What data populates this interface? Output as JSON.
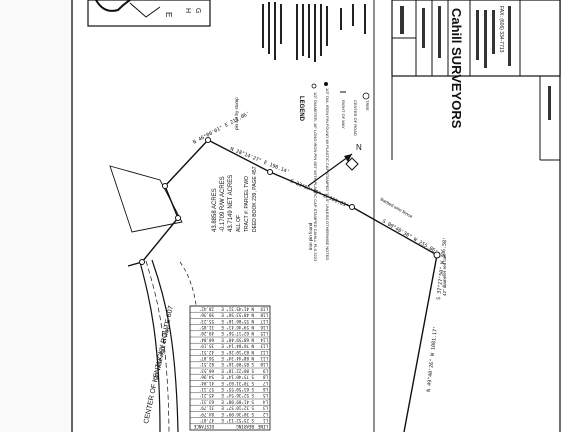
{
  "legend": {
    "title": "LEGEND",
    "items": [
      "1/2\" DIAMETER, 18\" LONG IRON PIN SET WITH PLASTIC CAP STAMPED CAHILL PLS 3223",
      "1/2\" DIA. IRON PIN FOUND W/ PLASTIC CAP STAMPED \"PLS\" UNLESS OTHERWISE NOTED",
      "RIGHT OF WAY",
      "CENTER OF ROAD",
      "TREE"
    ]
  },
  "surveyor": {
    "company": "Cahill SURVEYORS",
    "phone": "FAX: (606) 334-7713"
  },
  "tract": {
    "acres": "43.8858 ACRES",
    "row_acres": "-0.1709 R/W ACRES",
    "net": "43.7149 NET ACRES",
    "all_of": "ALL OF",
    "tract": "TRACT #: PARCEL TWO",
    "deed": "DEED BOOK 239, PAGE 457"
  },
  "road": {
    "center_label": "CENTER OF KENTUCKY ROUTE 607",
    "row_label": "30' wide right of way"
  },
  "bearings": [
    "N 46°00'01\" E 211.06'",
    "N 28°14'27\" E 190.14'",
    "S 23°07'40\" E 366.63'",
    "S 00°40'30\" W 255.06'",
    "N 49°40'26\" W 1081.17'",
    "S 37°27'50\" W 386.58'"
  ],
  "callouts": {
    "bottom_right": "42\" diameter red oak",
    "iron_pin": "iron pin found",
    "post": "pin set by stump",
    "fence": "Barbed wire fence"
  },
  "line_table": {
    "headers": [
      "LINE",
      "BEARING",
      "DISTANCE"
    ],
    "rows": [
      [
        "L1",
        "S 25°52'13\" E",
        "47.07'"
      ],
      [
        "L2",
        "S 30°36'09\" E",
        "84.79'"
      ],
      [
        "L3",
        "S 32°10'57\" E",
        "31.79'"
      ],
      [
        "L4",
        "S 41°09'08\" E",
        "63.31'"
      ],
      [
        "L5",
        "S 52°36'54\" E",
        "45.21'"
      ],
      [
        "L6",
        "S 61°50'55\" E",
        "57.11'"
      ],
      [
        "L7",
        "S 70°31'03\" E",
        "41.84'"
      ],
      [
        "L8",
        "S 75°40'14\" E",
        "54.96'"
      ],
      [
        "L9",
        "S 80°22'18\" E",
        "60.53'"
      ],
      [
        "L10",
        "S 85°09'16\" E",
        "82.51'"
      ],
      [
        "L11",
        "N 88°44'34\" E",
        "56.07'"
      ],
      [
        "L12",
        "N 83°10'26\" E",
        "42.51'"
      ],
      [
        "L13",
        "N 76°04'14\" E",
        "35.19'"
      ],
      [
        "L14",
        "N 68°59'40\" E",
        "60.84'"
      ],
      [
        "L15",
        "N 62°17'56\" E",
        "49.20'"
      ],
      [
        "L16",
        "N 59°46'41\" E",
        "31.05'"
      ],
      [
        "L17",
        "N 55°06'10\" E",
        "55.23'"
      ],
      [
        "L18",
        "N 48°53'50\" E",
        "50.36'"
      ],
      [
        "L19",
        "N 41°45'31\" E",
        "28.42'"
      ]
    ]
  },
  "north_arrow_label": "N"
}
